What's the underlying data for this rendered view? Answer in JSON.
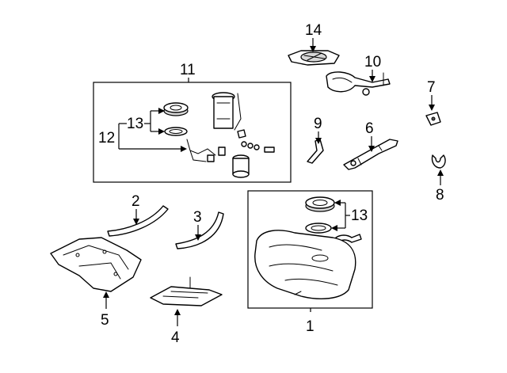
{
  "callouts": {
    "c1": "1",
    "c2": "2",
    "c3": "3",
    "c4": "4",
    "c5": "5",
    "c6": "6",
    "c7": "7",
    "c8": "8",
    "c9": "9",
    "c10": "10",
    "c11": "11",
    "c12": "12",
    "c13_pump": "13",
    "c13_tank": "13",
    "c14": "14"
  }
}
